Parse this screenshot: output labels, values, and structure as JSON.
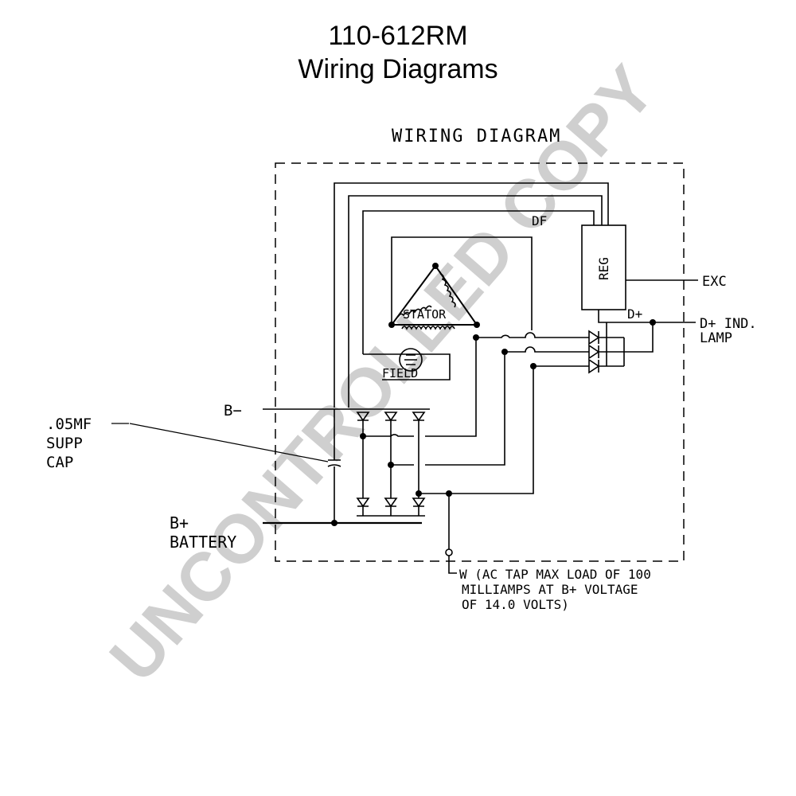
{
  "header": {
    "part_number": "110-612RM",
    "subtitle": "Wiring Diagrams"
  },
  "diagram": {
    "heading": "WIRING DIAGRAM",
    "labels": {
      "df": "DF",
      "reg": "REG",
      "exc": "EXC",
      "d_plus": "D+",
      "d_plus_ind": "D+ IND.",
      "lamp": "LAMP",
      "stator": "STATOR",
      "field": "FIELD",
      "b_minus": "B−",
      "cap_line1": ".05MF",
      "cap_line2": "SUPP",
      "cap_line3": "CAP",
      "b_plus": "B+",
      "battery": "BATTERY",
      "w_line1": "W (AC TAP MAX LOAD OF 100",
      "w_line2": "MILLIAMPS AT B+ VOLTAGE",
      "w_line3": "OF 14.0 VOLTS)"
    }
  },
  "watermark": {
    "text": "UNCONTROLLED COPY",
    "color": "#cfcfcf"
  }
}
